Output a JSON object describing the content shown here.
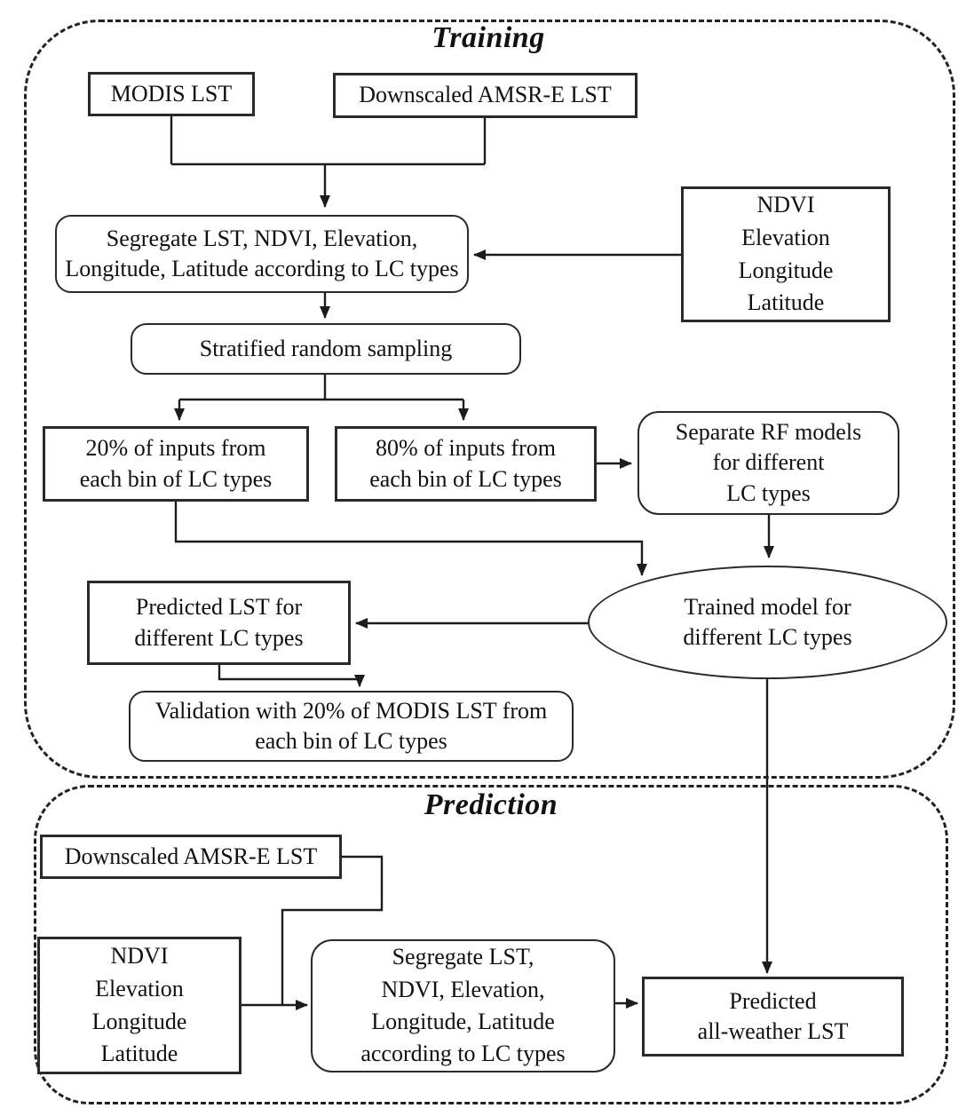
{
  "colors": {
    "line": "#1c1c1c",
    "border": "#2a2a2a",
    "background": "#ffffff"
  },
  "training": {
    "title": "Training",
    "nodes": {
      "modis": "MODIS LST",
      "amsr": "Downscaled AMSR-E LST",
      "ndvi": "NDVI\nElevation\nLongitude\nLatitude",
      "segregate": "Segregate LST, NDVI, Elevation,\nLongitude, Latitude according to LC types",
      "stratified": "Stratified random sampling",
      "sample20": "20% of inputs from\neach bin of LC types",
      "sample80": "80% of inputs from\neach bin of LC types",
      "rf_models": "Separate RF models\nfor different\nLC types",
      "trained_model": "Trained model for\ndifferent LC types",
      "predicted_lst": "Predicted LST for\ndifferent LC types",
      "validation": "Validation with 20% of MODIS LST from\neach bin of LC types"
    }
  },
  "prediction": {
    "title": "Prediction",
    "nodes": {
      "amsr": "Downscaled AMSR-E LST",
      "ndvi": "NDVI\nElevation\nLongitude\nLatitude",
      "segregate": "Segregate LST,\nNDVI, Elevation,\nLongitude, Latitude\naccording to LC types",
      "predicted_all_weather": "Predicted\nall-weather LST"
    }
  }
}
